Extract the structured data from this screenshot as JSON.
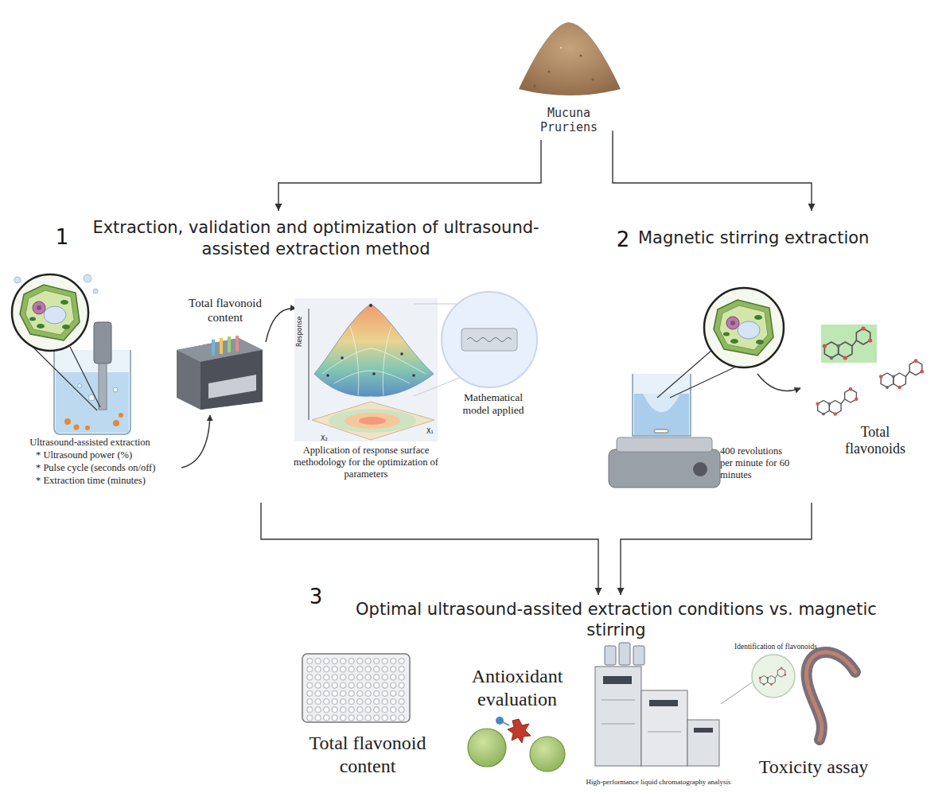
{
  "diagram": {
    "nodes": [
      {
        "text": [
          "Mucuna Pruriens"
        ]
      },
      {
        "text": [
          "Extraction, validation and optimization of ultrasound-assisted extraction method"
        ]
      },
      {
        "text": [
          "1"
        ],
        "in": 1
      },
      {
        "text": [
          "Magnetic stirring extraction"
        ]
      },
      {
        "text": [
          "2"
        ],
        "in": 3
      },
      {
        "text": [
          "Total flavonoids"
        ],
        "in": 3
      },
      {
        "text": [
          "Optimal ultrasound-assited extraction conditions vs. magnetic stirring"
        ]
      },
      {
        "text": [
          "3"
        ],
        "in": 6
      }
    ],
    "edges": [
      {
        "from": 0,
        "to": 1,
        "arrow": "to"
      },
      {
        "from": 0,
        "to": 3,
        "arrow": "to"
      },
      {
        "from": 1,
        "to": 6,
        "arrow": "to"
      },
      {
        "from": 3,
        "to": 6,
        "arrow": "to"
      }
    ],
    "labels": [
      "Ultrasound-assisted extraction",
      "* Ultrasound power (%)",
      "* Pulse cycle (seconds on/off)",
      "* Extraction time (minutes)",
      "Total flavonoid content",
      "Response",
      "X₂",
      "X₁",
      "Application of response surface methodology for the optimization of parameters",
      "Mathematical model applied",
      "400 revolutions per minute for 60 minutes",
      "Total flavonoid content",
      "Antioxidant evaluation",
      "Identification of flavonoids",
      "High-performance liquid chromatography analysis",
      "Toxicity assay"
    ]
  }
}
